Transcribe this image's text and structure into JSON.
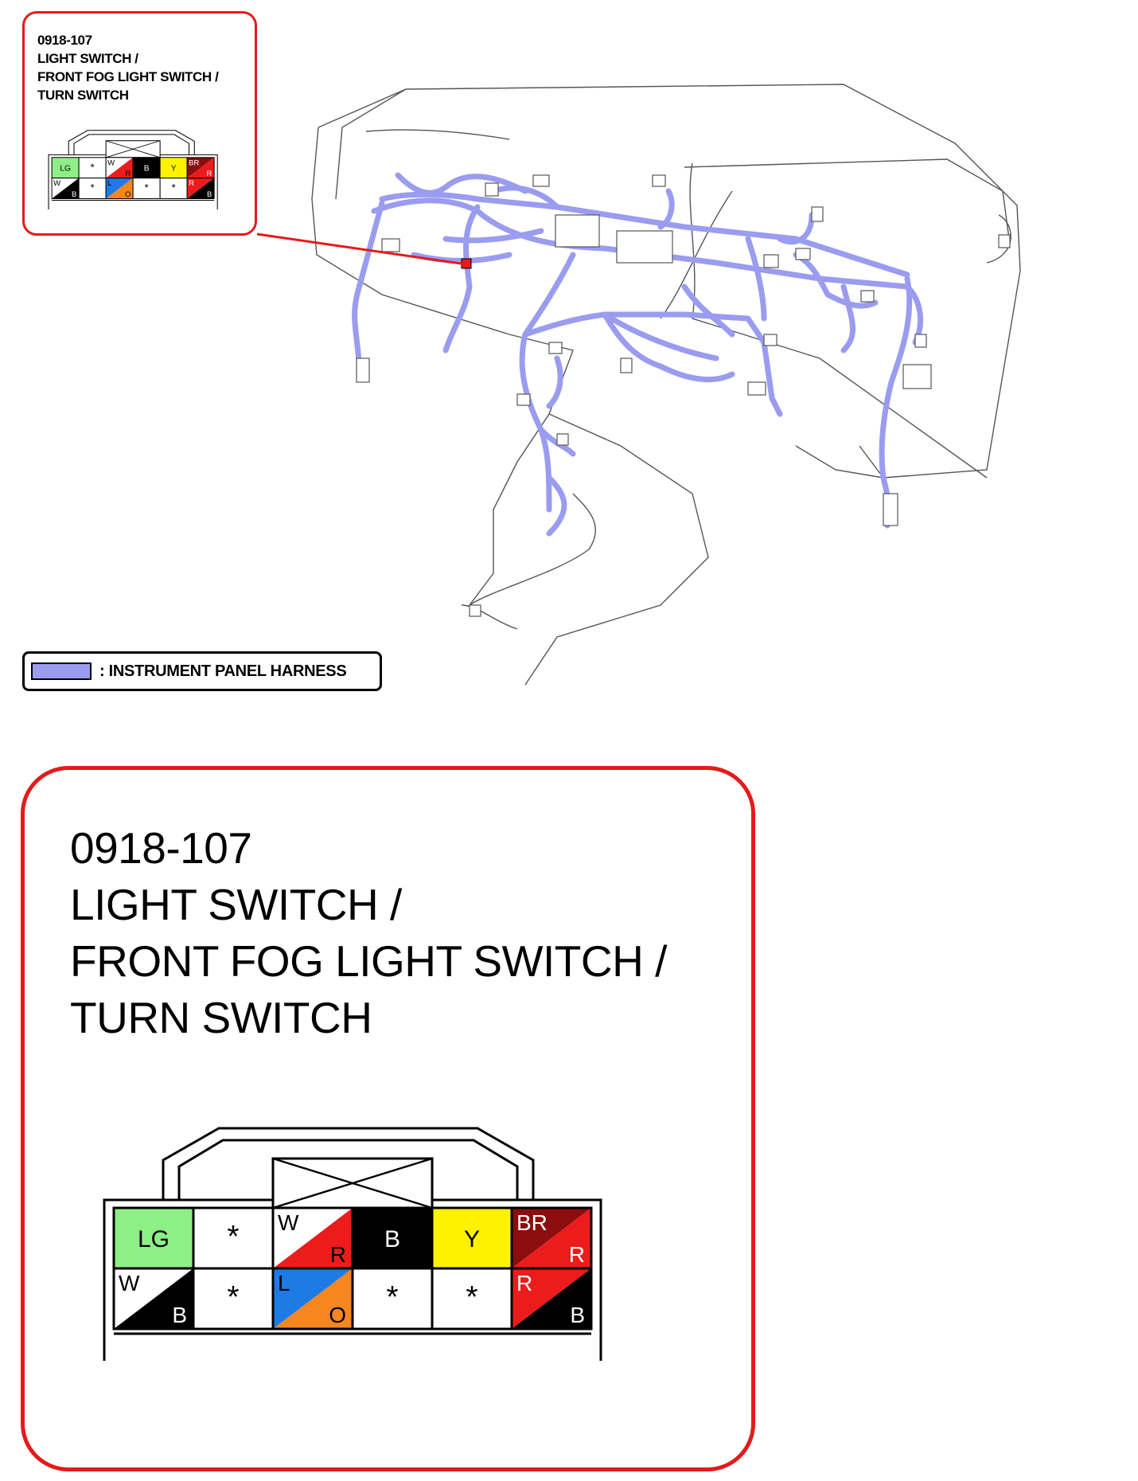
{
  "connector": {
    "code": "0918-107",
    "name_lines": [
      "LIGHT SWITCH /",
      "FRONT FOG LIGHT SWITCH /",
      "TURN SWITCH"
    ],
    "rows": [
      [
        {
          "fill": "#8eef86",
          "label": "LG"
        },
        {
          "fill": "#ffffff",
          "label": "*"
        },
        {
          "split": true,
          "top_fill": "#ffffff",
          "bottom_fill": "#ec1c1c",
          "top_label": "W",
          "bottom_label": "R",
          "top_text_color": "#000000",
          "bottom_text_color": "#000000"
        },
        {
          "fill": "#000000",
          "label": "B",
          "text_color": "#ffffff"
        },
        {
          "fill": "#fff200",
          "label": "Y"
        },
        {
          "split": true,
          "top_fill": "#8b0d0d",
          "bottom_fill": "#ec1c1c",
          "top_label": "BR",
          "bottom_label": "R",
          "top_text_color": "#ffffff",
          "bottom_text_color": "#ffffff"
        }
      ],
      [
        {
          "split": true,
          "top_fill": "#ffffff",
          "bottom_fill": "#000000",
          "top_label": "W",
          "bottom_label": "B",
          "top_text_color": "#000000",
          "bottom_text_color": "#ffffff"
        },
        {
          "fill": "#ffffff",
          "label": "*"
        },
        {
          "split": true,
          "top_fill": "#1e7be6",
          "bottom_fill": "#f7861e",
          "top_label": "L",
          "bottom_label": "O",
          "top_text_color": "#000000",
          "bottom_text_color": "#000000"
        },
        {
          "fill": "#ffffff",
          "label": "*"
        },
        {
          "fill": "#ffffff",
          "label": "*"
        },
        {
          "split": true,
          "top_fill": "#ec1c1c",
          "bottom_fill": "#000000",
          "top_label": "R",
          "bottom_label": "B",
          "top_text_color": "#ffffff",
          "bottom_text_color": "#ffffff"
        }
      ]
    ]
  },
  "legend": {
    "label": ": INSTRUMENT PANEL HARNESS",
    "color": "#9a9cf0"
  },
  "colors": {
    "callout_border": "#e31b1b",
    "harness": "#9a9cf0",
    "outline": "#555555"
  }
}
